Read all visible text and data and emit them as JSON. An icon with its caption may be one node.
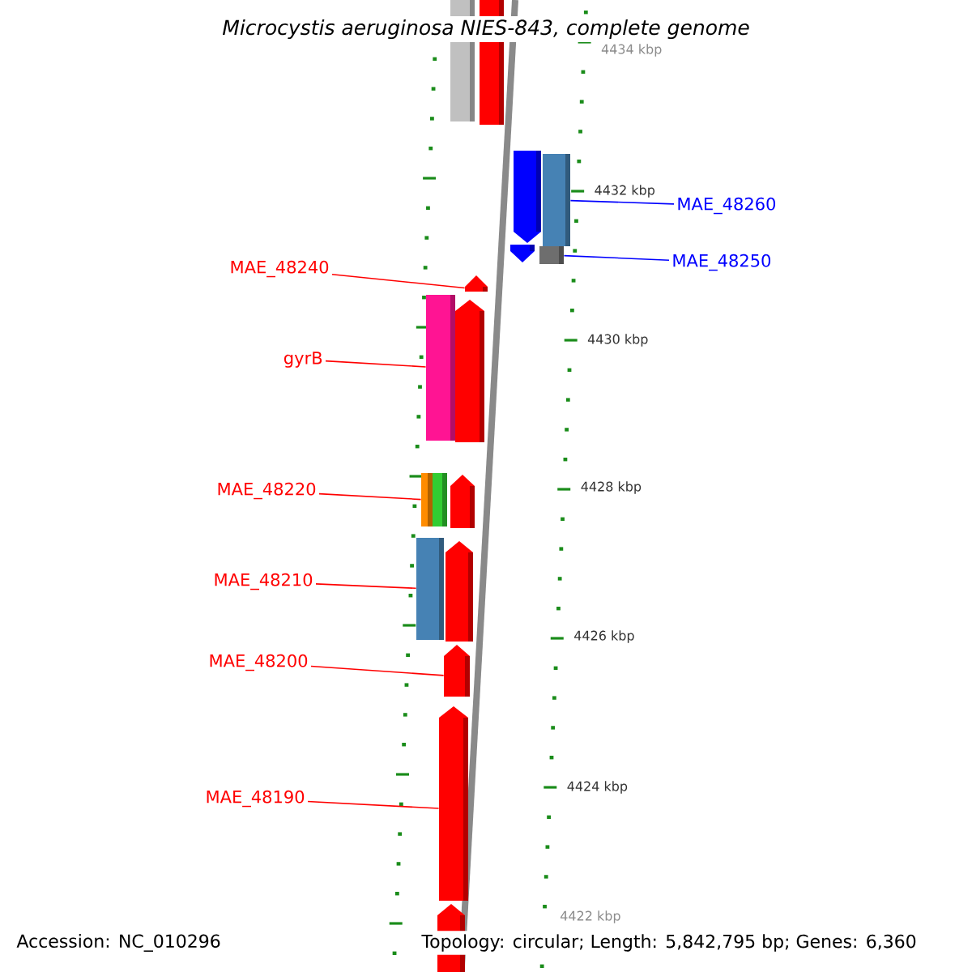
{
  "diagram": {
    "title": "Microcystis aeruginosa NIES-843, complete genome",
    "nodes": [
      {
        "text": [
          "MAE_48260"
        ]
      },
      {
        "text": [
          "MAE_48250"
        ]
      },
      {
        "text": [
          "MAE_48240"
        ]
      },
      {
        "text": [
          "gyrB"
        ]
      },
      {
        "text": [
          "MAE_48220"
        ]
      },
      {
        "text": [
          "MAE_48210"
        ]
      },
      {
        "text": [
          "MAE_48200"
        ]
      },
      {
        "text": [
          "MAE_48190"
        ]
      },
      {
        "text": [],
        "shape": "bar"
      },
      {
        "text": [],
        "shape": "bar"
      },
      {
        "text": [],
        "shape": "arrow"
      },
      {
        "text": [],
        "shape": "bar"
      },
      {
        "text": [],
        "shape": "arrow"
      },
      {
        "text": [],
        "shape": "bar"
      },
      {
        "text": [],
        "shape": "arrow"
      },
      {
        "text": [],
        "shape": "bar"
      },
      {
        "text": [],
        "shape": "arrow"
      },
      {
        "text": [],
        "shape": "bar"
      },
      {
        "text": [],
        "shape": "bar"
      },
      {
        "text": [],
        "shape": "arrow"
      },
      {
        "text": [],
        "shape": "bar"
      },
      {
        "text": [],
        "shape": "arrow"
      },
      {
        "text": [],
        "shape": "arrow"
      },
      {
        "text": [],
        "shape": "arrow"
      },
      {
        "text": [],
        "shape": "arrow"
      }
    ],
    "edges": [
      {
        "from": 0,
        "to": 11,
        "arrow": "none",
        "color": "#0000ff"
      },
      {
        "from": 1,
        "to": 13,
        "arrow": "none",
        "color": "#0000ff"
      },
      {
        "from": 2,
        "to": 14,
        "arrow": "none"
      },
      {
        "from": 3,
        "to": 15,
        "arrow": "none"
      },
      {
        "from": 4,
        "to": 17,
        "arrow": "none"
      },
      {
        "from": 5,
        "to": 20,
        "arrow": "none"
      },
      {
        "from": 6,
        "to": 22,
        "arrow": "none"
      },
      {
        "from": 7,
        "to": 23,
        "arrow": "none"
      }
    ],
    "labels": [
      "4434 kbp",
      "4432 kbp",
      "4430 kbp",
      "4428 kbp",
      "4426 kbp",
      "4424 kbp",
      "4422 kbp",
      "Accession: NC_010296",
      "Topology: circular; Length: 5,842,795 bp; Genes: 6,360"
    ]
  }
}
